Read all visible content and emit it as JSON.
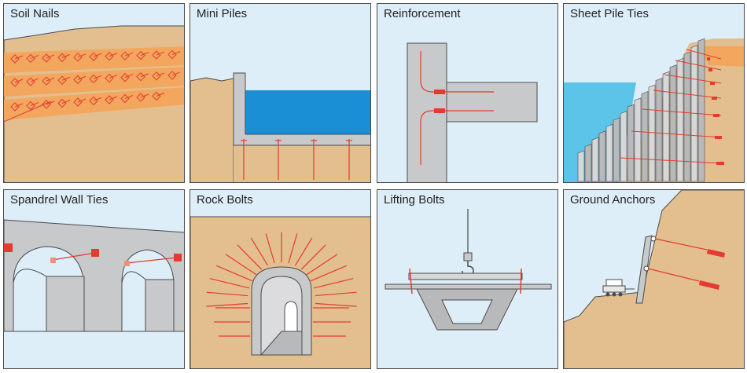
{
  "colors": {
    "sky": "#ddeef8",
    "soil": "#e3bf8f",
    "grout": "#f2a65e",
    "concrete": "#c8c9cb",
    "steel": "#e53a2f",
    "water": "#1b8fd6",
    "lightwater": "#5cc4e8",
    "outline": "#4a4a4a"
  },
  "panels": [
    {
      "id": "soil-nails",
      "title": "Soil Nails"
    },
    {
      "id": "mini-piles",
      "title": "Mini Piles"
    },
    {
      "id": "reinforcement",
      "title": "Reinforcement"
    },
    {
      "id": "sheet-pile-ties",
      "title": "Sheet Pile Ties"
    },
    {
      "id": "spandrel-wall-ties",
      "title": "Spandrel Wall Ties"
    },
    {
      "id": "rock-bolts",
      "title": "Rock Bolts"
    },
    {
      "id": "lifting-bolts",
      "title": "Lifting Bolts"
    },
    {
      "id": "ground-anchors",
      "title": "Ground Anchors"
    }
  ]
}
